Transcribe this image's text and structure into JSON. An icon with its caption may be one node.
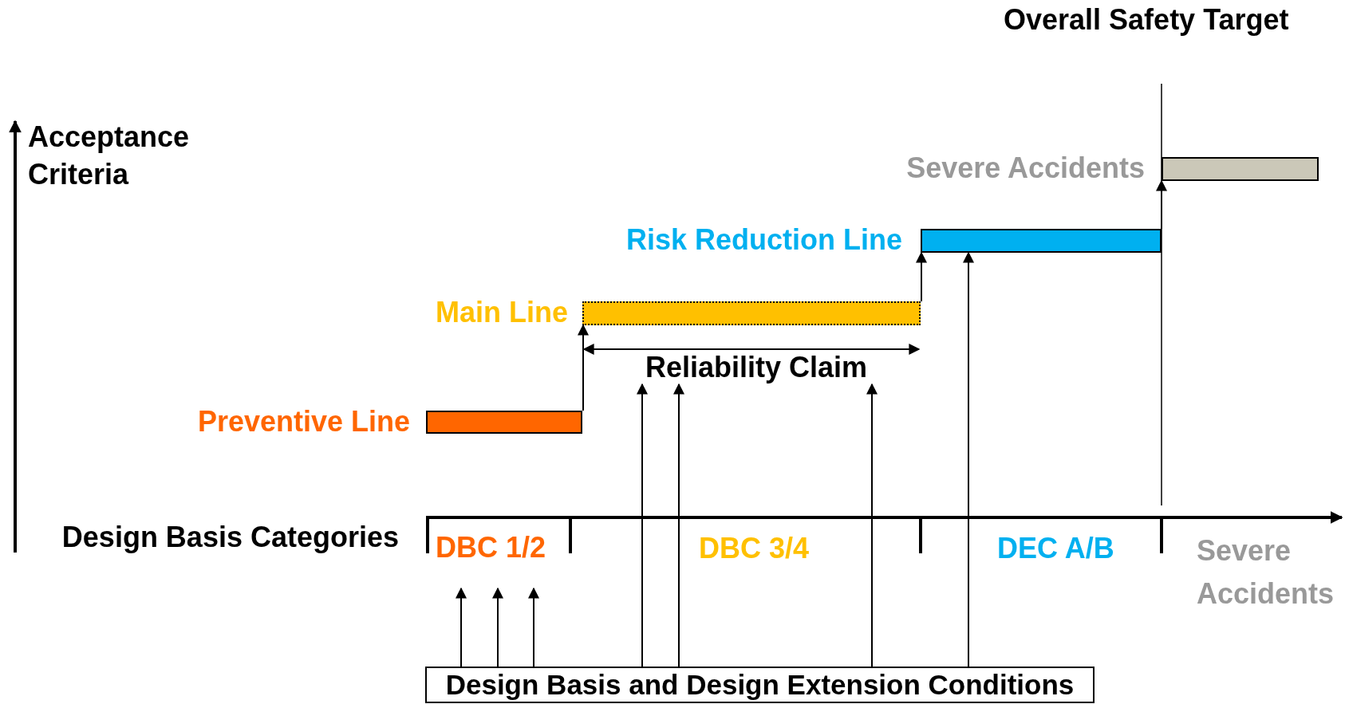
{
  "diagram": {
    "title": "Overall Safety Target",
    "nodes": [
      {
        "text": [
          "Preventive Line"
        ]
      },
      {
        "text": [
          "Main Line"
        ]
      },
      {
        "text": [
          "Risk Reduction Line"
        ]
      },
      {
        "text": [
          "Severe Accidents"
        ]
      },
      {
        "text": [
          "Reliability Claim"
        ]
      },
      {
        "text": [
          "DBC 1/2"
        ]
      },
      {
        "text": [
          "Design Basis and Design Extension Conditions"
        ]
      }
    ],
    "edges": [
      {
        "from": 0,
        "to": 1,
        "arrow": "to"
      },
      {
        "from": 1,
        "to": 2,
        "arrow": "to"
      },
      {
        "from": 2,
        "to": 3,
        "arrow": "to"
      },
      {
        "from": 6,
        "to": 5,
        "arrow": "to"
      },
      {
        "from": 6,
        "to": 5,
        "arrow": "to"
      },
      {
        "from": 6,
        "to": 5,
        "arrow": "to"
      },
      {
        "from": 6,
        "to": 4,
        "arrow": "to"
      },
      {
        "from": 6,
        "to": 4,
        "arrow": "to"
      },
      {
        "from": 6,
        "to": 4,
        "arrow": "to"
      },
      {
        "from": 6,
        "to": 2,
        "arrow": "to"
      }
    ],
    "labels": [
      "Acceptance Criteria",
      "Design Basis Categories",
      "DBC 3/4",
      "DEC A/B",
      "Severe Accidents"
    ]
  }
}
